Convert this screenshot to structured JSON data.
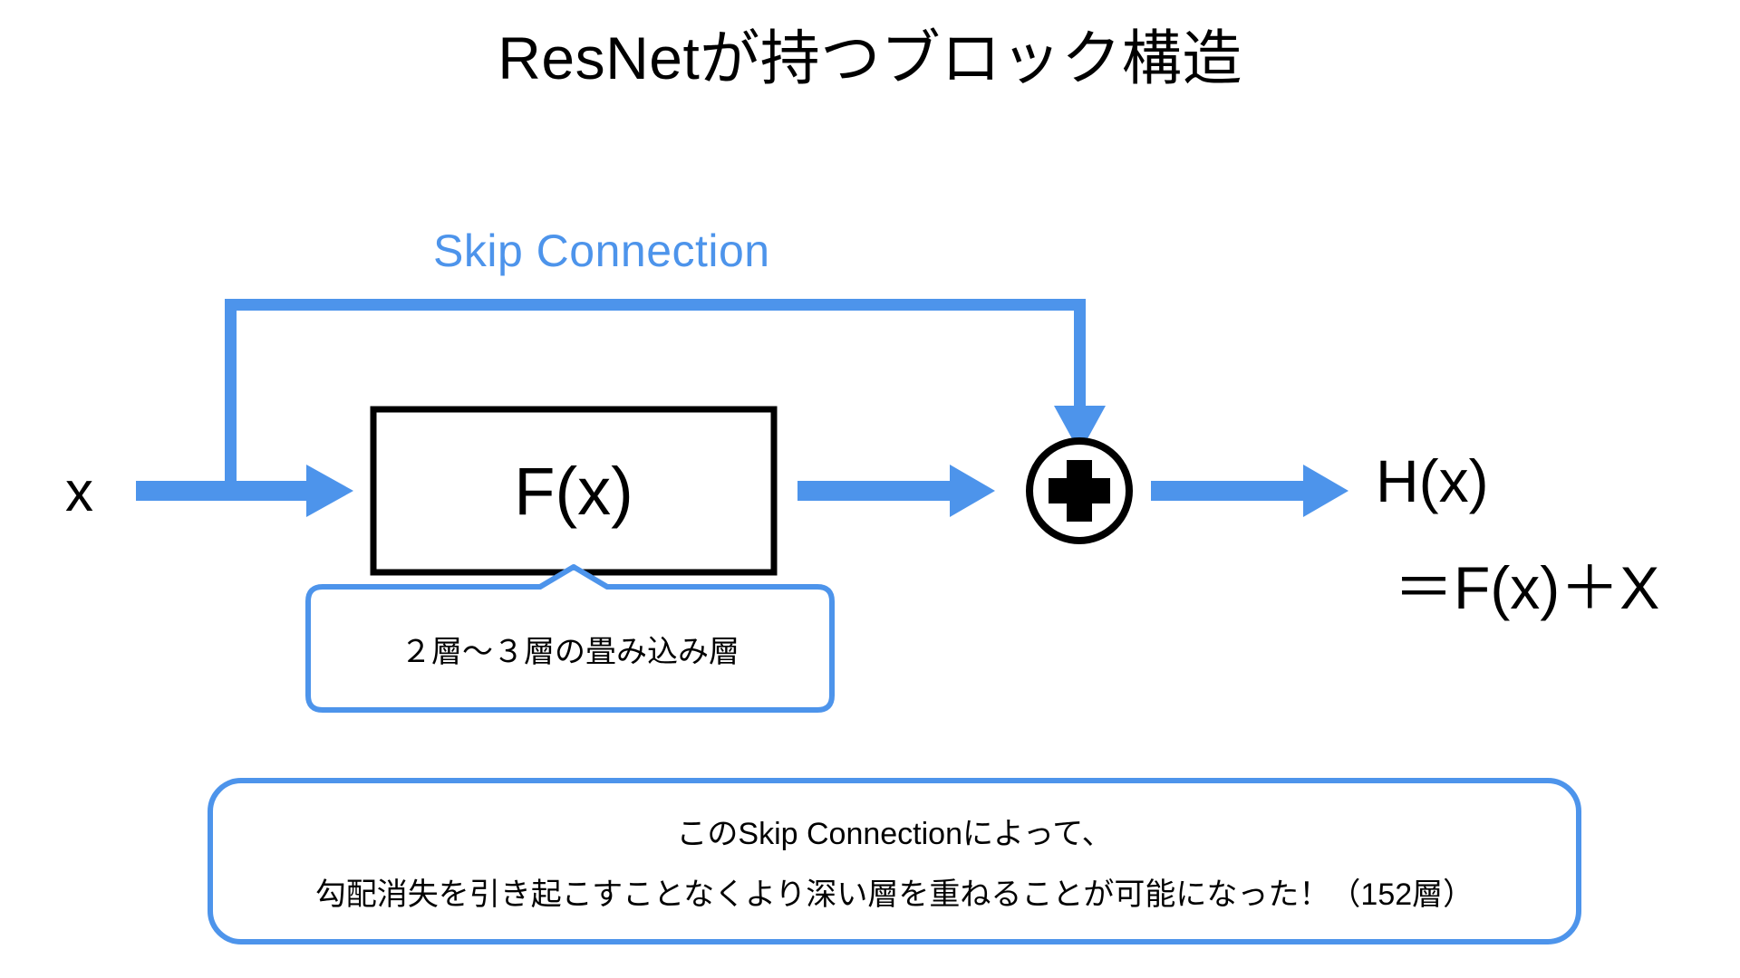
{
  "slide": {
    "title": "ResNetが持つブロック構造",
    "background_color": "#ffffff"
  },
  "colors": {
    "accent_blue": "#4d94eb",
    "outline_black": "#000000",
    "text_black": "#000000"
  },
  "diagram": {
    "type": "flow-diagram",
    "skip_connection_label": "Skip Connection",
    "input_label": "x",
    "block_label": "F(x)",
    "adder_symbol": "+",
    "output_label_line1": "H(x)",
    "output_label_line2": "＝F(x)＋X",
    "conv_callout": "２層〜３層の畳み込み層",
    "nodes": [
      {
        "name": "input",
        "label": "x"
      },
      {
        "name": "residual-block",
        "label": "F(x)"
      },
      {
        "name": "add-node",
        "label": "+"
      },
      {
        "name": "output",
        "label": "H(x)＝F(x)＋X"
      }
    ],
    "edges": [
      {
        "name": "input-to-block",
        "from": "x",
        "to": "F(x)",
        "style": "arrow"
      },
      {
        "name": "block-to-add",
        "from": "F(x)",
        "to": "+",
        "style": "arrow"
      },
      {
        "name": "add-to-output",
        "from": "+",
        "to": "H(x)",
        "style": "arrow"
      },
      {
        "name": "skip-connection",
        "from": "x",
        "to": "+",
        "style": "arrow-elbow"
      }
    ]
  },
  "summary": {
    "line1": "このSkip Connectionによって、",
    "line2": "勾配消失を引き起こすことなくより深い層を重ねることが可能になった！（152層）"
  }
}
